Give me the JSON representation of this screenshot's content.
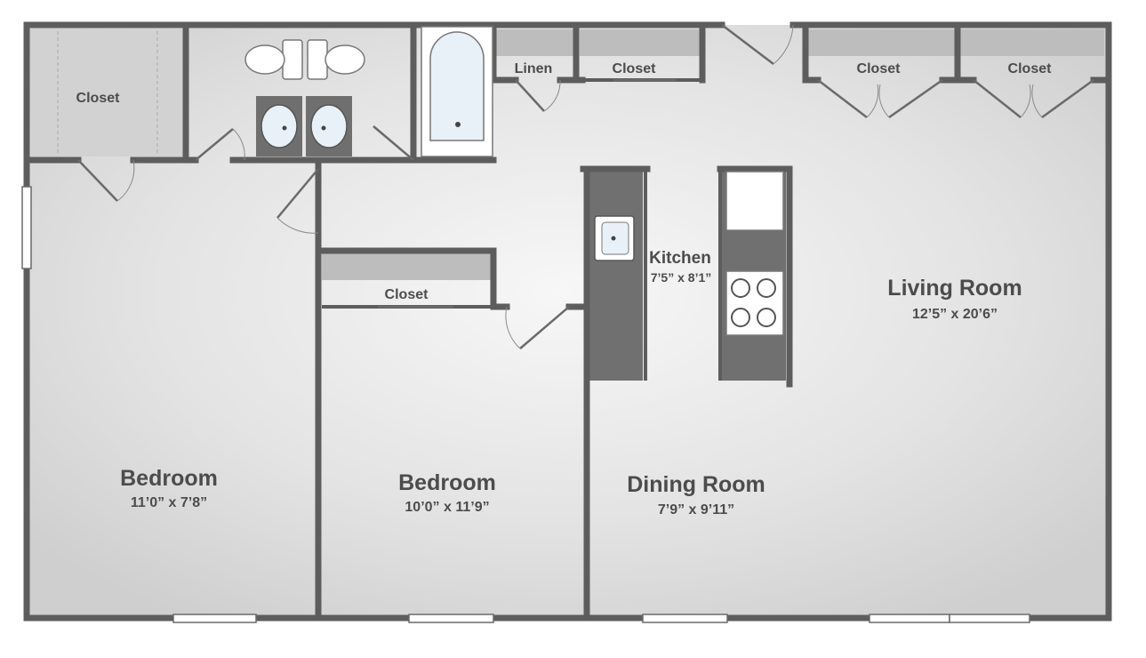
{
  "rooms": {
    "bedroom_1": {
      "name": "Bedroom",
      "dims": "11’0” x 7’8”"
    },
    "bedroom_2": {
      "name": "Bedroom",
      "dims": "10’0” x 11’9”"
    },
    "dining_room": {
      "name": "Dining Room",
      "dims": "7’9” x 9’11”"
    },
    "kitchen": {
      "name": "Kitchen",
      "dims": "7’5” x 8’1”"
    },
    "living_room": {
      "name": "Living Room",
      "dims": "12’5” x 20’6”"
    }
  },
  "closets": {
    "bedroom_1_closet": "Closet",
    "bedroom_2_closet": "Closet",
    "hall_closet": "Closet",
    "living_closet_left": "Closet",
    "living_closet_right": "Closet",
    "linen": "Linen"
  },
  "icons": [
    "toilet-icon",
    "sink-icon",
    "bathtub-icon",
    "stove-icon",
    "refrigerator-icon",
    "window-icon",
    "door-icon"
  ]
}
